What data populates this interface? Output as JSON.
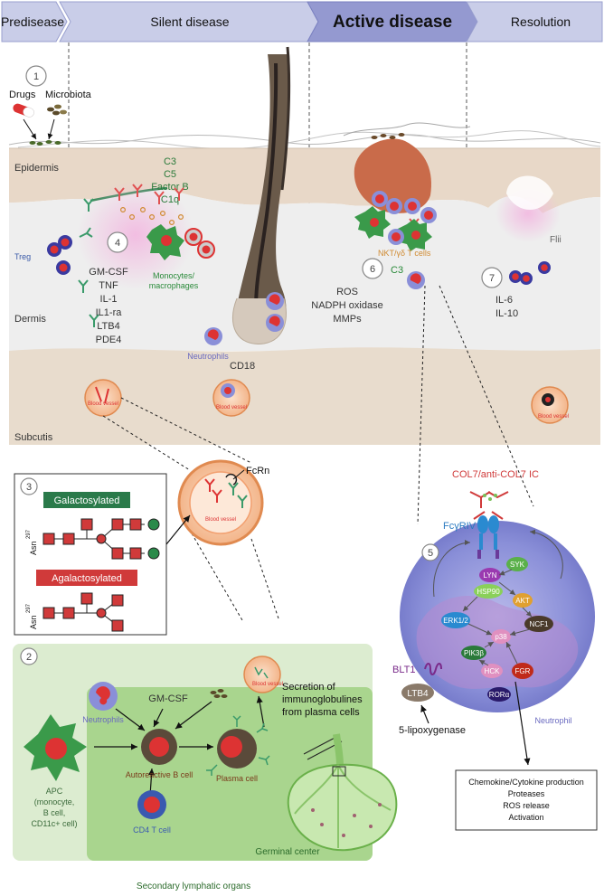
{
  "phases": [
    {
      "label": "Predisease"
    },
    {
      "label": "Silent disease"
    },
    {
      "label": "Active disease"
    },
    {
      "label": "Resolution"
    }
  ],
  "step_numbers": [
    "1",
    "2",
    "3",
    "4",
    "5",
    "6",
    "7"
  ],
  "skin": {
    "drugs": "Drugs",
    "microbiota": "Microbiota",
    "epidermis": "Epidermis",
    "dermis": "Dermis",
    "subcutis": "Subcutis",
    "complement": [
      "C3",
      "C5",
      "Factor B",
      "C1q"
    ],
    "treg": "Treg",
    "monocytes": [
      "Monocytes/",
      "macrophages"
    ],
    "cytokines": [
      "GM-CSF",
      "TNF",
      "IL-1",
      "IL1-ra",
      "LTB4",
      "PDE4"
    ],
    "neutrophils": "Neutrophils",
    "cd18": "CD18",
    "blood_vessel": "Blood vessel",
    "nkt": "NKT/γδ T cells",
    "c3": "C3",
    "ros_list": [
      "ROS",
      "NADPH oxidase",
      "MMPs"
    ],
    "flii": "Flii",
    "il_list": [
      "IL-6",
      "IL-10"
    ]
  },
  "fcrn": "FcRn",
  "glyco": {
    "galacto": "Galactosylated",
    "agalacto": "Agalactosylated",
    "asn": "Asn",
    "asn_sup": "297"
  },
  "lymph": {
    "neutrophils": "Neutrophils",
    "gmcsf": "GM-CSF",
    "apc": [
      "APC",
      "(monocyte,",
      "B cell,",
      "CD11c+ cell)"
    ],
    "autoreactive": "Autoreactive B cell",
    "plasma": "Plasma cell",
    "cd4": "CD4 T cell",
    "germinal": "Germinal center",
    "secondary": "Secondary lymphatic organs",
    "secretion": [
      "Secretion of",
      "immunoglobulines",
      "from plasma cells"
    ]
  },
  "neutrophil": {
    "ic": "COL7/anti-COL7 IC",
    "fcgr": "FcγRIV",
    "molecules": [
      "SYK",
      "LYN",
      "HSP90",
      "AKT",
      "ERK1/2",
      "NCF1",
      "p38",
      "PIK3β",
      "HCK",
      "FGR",
      "RORα"
    ],
    "blt1": "BLT1",
    "ltb4": "LTB4",
    "lipox": "5-lipoxygenase",
    "label": "Neutrophil",
    "outputs": [
      "Chemokine/Cytokine production",
      "Proteases",
      "ROS release",
      "Activation"
    ]
  },
  "colors": {
    "phase_fill": "#c9cde8",
    "phase_active": "#9499d0",
    "skin_epidermis": "#e8d8c8",
    "skin_dermis": "#eeeeee",
    "subcutis": "#e8dccd",
    "lymph_light": "#dcecd0",
    "lymph_dark": "#a9d58e",
    "galacto_green": "#2a7a4a",
    "agalacto_red": "#d03a3a",
    "neutrophil_blue": "#8a8fd8"
  }
}
